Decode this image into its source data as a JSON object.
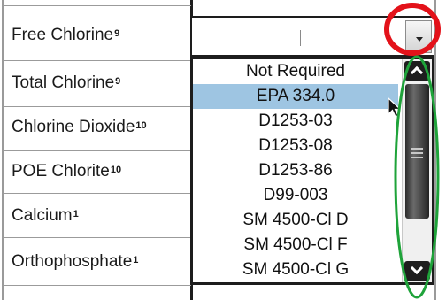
{
  "rows": [
    {
      "label": "Free Chlorine",
      "sup": "9"
    },
    {
      "label": "Total Chlorine",
      "sup": "9"
    },
    {
      "label": "Chlorine Dioxide",
      "sup": "10"
    },
    {
      "label": "POE Chlorite",
      "sup": "10"
    },
    {
      "label": "Calcium",
      "sup": "1"
    },
    {
      "label": "Orthophosphate",
      "sup": "1"
    }
  ],
  "dropdown": {
    "options": [
      "Not Required",
      "EPA 334.0",
      "D1253-03",
      "D1253-08",
      "D1253-86",
      "D99-003",
      "SM 4500-Cl D",
      "SM 4500-Cl F",
      "SM 4500-Cl G"
    ],
    "highlighted_option": "EPA 334.0"
  },
  "icons": {
    "combo_arrow": "chevron-down-icon",
    "scroll_up": "chevron-up-icon",
    "scroll_down": "chevron-down-icon",
    "pointer": "mouse-pointer-icon"
  },
  "colors": {
    "highlight": "#9ec5e2",
    "annotation_red": "#e3121a",
    "annotation_green": "#1fa33a",
    "border": "#1d1d1d"
  }
}
